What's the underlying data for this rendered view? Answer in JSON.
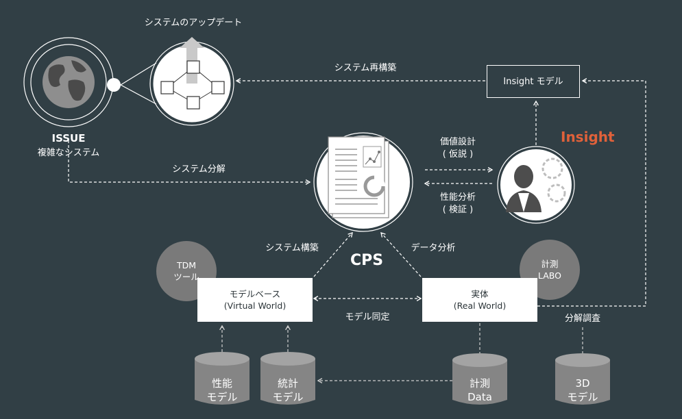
{
  "colors": {
    "background": "#313f45",
    "accent": "#e0613a",
    "tool_circle": "#7a7a7a",
    "cylinder": "#858585"
  },
  "issue": {
    "title": "ISSUE",
    "subtitle": "複雑なシステム",
    "icon": "globe-icon"
  },
  "update_label": "システムのアップデート",
  "rebuild_label": "システム再構築",
  "decompose_label": "システム分解",
  "insight_model": "Insight モデル",
  "insight_label": "Insight",
  "value_design": {
    "line1": "価値設計",
    "line2": "( 仮説 )"
  },
  "perf_analysis": {
    "line1": "性能分析",
    "line2": "( 検証 )"
  },
  "cps": {
    "label": "CPS",
    "icon": "document-chart-icon"
  },
  "system_build": "システム構築",
  "data_analysis": "データ分析",
  "tdm_tool": {
    "line1": "TDM",
    "line2": "ツール"
  },
  "labo": {
    "line1": "計測",
    "line2": "LABO"
  },
  "model_base": {
    "line1": "モデルベース",
    "line2": "(Virtual World)"
  },
  "real_entity": {
    "line1": "実体",
    "line2": "(Real World)"
  },
  "model_identify": "モデル同定",
  "decompose_survey": "分解調査",
  "cylinders": {
    "perf_model": {
      "line1": "性能",
      "line2": "モデル"
    },
    "stat_model": {
      "line1": "統計",
      "line2": "モデル"
    },
    "measure_data": {
      "line1": "計測",
      "line2": "Data"
    },
    "model_3d": {
      "line1": "3D",
      "line2": "モデル"
    }
  }
}
